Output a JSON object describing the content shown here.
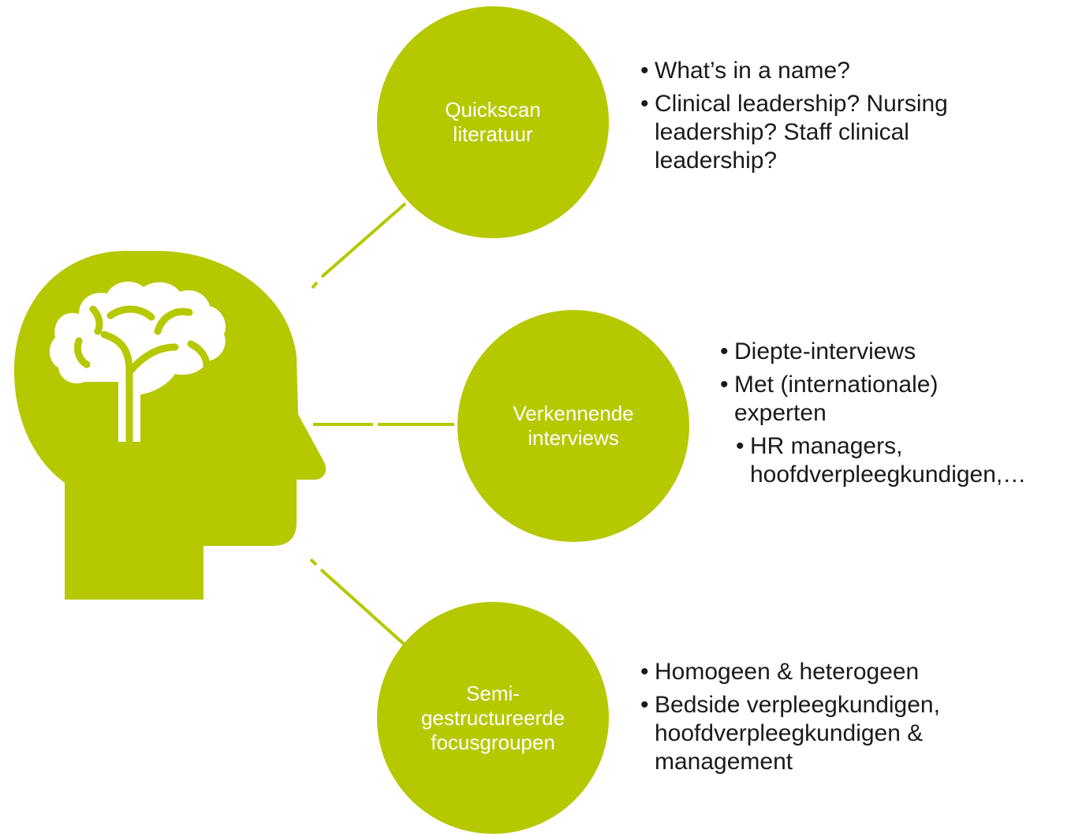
{
  "colors": {
    "accent": "#b5c800",
    "circle_text": "#ffffff",
    "body_text": "#1a1a1a"
  },
  "icons": {
    "head": "head-with-brain-icon"
  },
  "nodes": [
    {
      "label_lines": [
        "Quickscan",
        "literatuur"
      ],
      "bullets": [
        "What’s in a name?",
        "Clinical leadership? Nursing leadership? Staff clinical leadership?"
      ]
    },
    {
      "label_lines": [
        "Verkennende",
        "interviews"
      ],
      "bullets": [
        "Diepte-interviews",
        "Met (internationale) experten"
      ],
      "sub_bullets": [
        "HR managers, hoofdverpleegkundigen,…"
      ]
    },
    {
      "label_lines": [
        "Semi-",
        "gestructureerde",
        "focusgroupen"
      ],
      "bullets": [
        "Homogeen & heterogeen",
        "Bedside verpleegkundigen, hoofdverpleegkundigen & management"
      ]
    }
  ]
}
